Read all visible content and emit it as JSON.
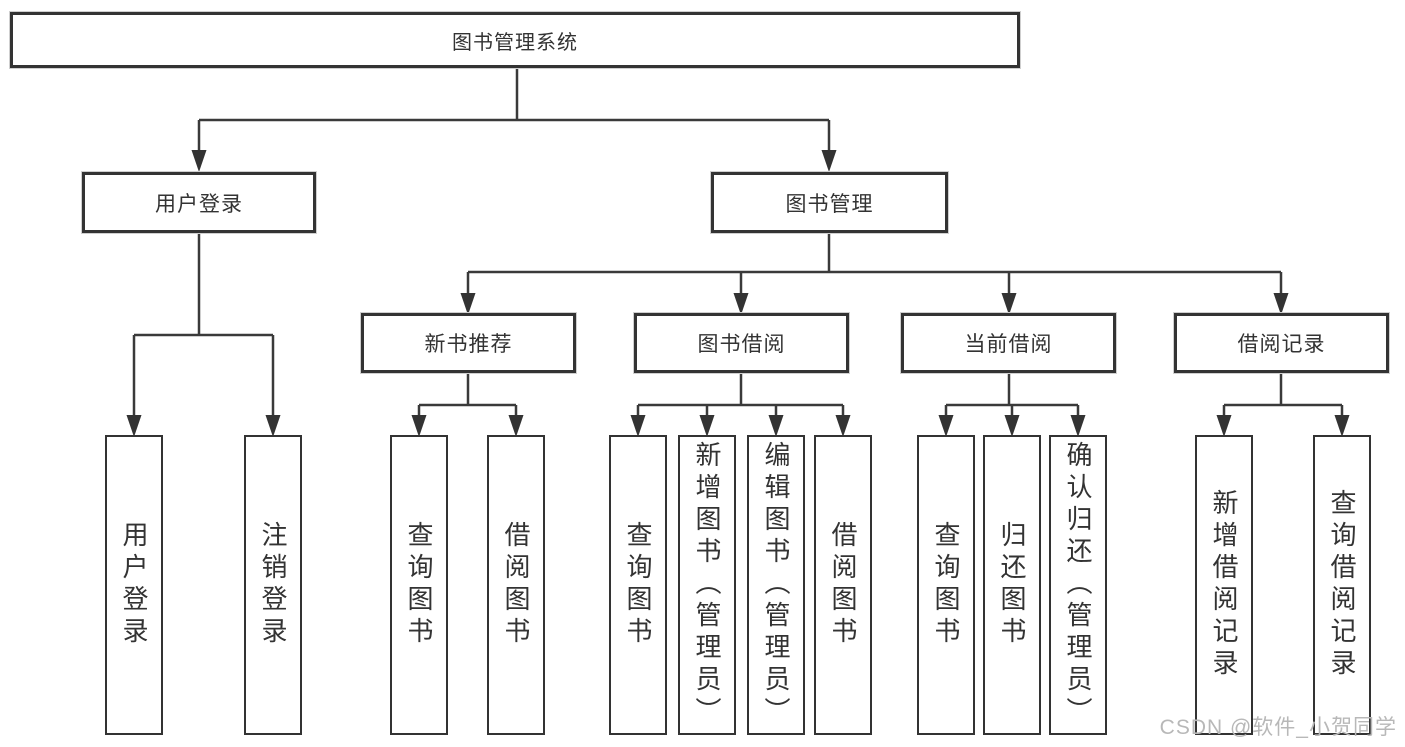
{
  "root": {
    "label": "图书管理系统"
  },
  "branches": {
    "login": {
      "label": "用户登录",
      "children": [
        "用户登录",
        "注销登录"
      ]
    },
    "manage": {
      "label": "图书管理",
      "sections": [
        {
          "label": "新书推荐",
          "children": [
            "查询图书",
            "借阅图书"
          ]
        },
        {
          "label": "图书借阅",
          "children": [
            "查询图书",
            "新增图书（管理员）",
            "编辑图书（管理员）",
            "借阅图书"
          ]
        },
        {
          "label": "当前借阅",
          "children": [
            "查询图书",
            "归还图书",
            "确认归还（管理员）"
          ]
        },
        {
          "label": "借阅记录",
          "children": [
            "新增借阅记录",
            "查询借阅记录"
          ]
        }
      ]
    }
  },
  "watermark": "CSDN @软件_小贺同学",
  "colors": {
    "line": "#3a3a3a",
    "box_border": "#333333",
    "text": "#333333",
    "background": "#ffffff",
    "watermark": "#b8b8b8"
  }
}
